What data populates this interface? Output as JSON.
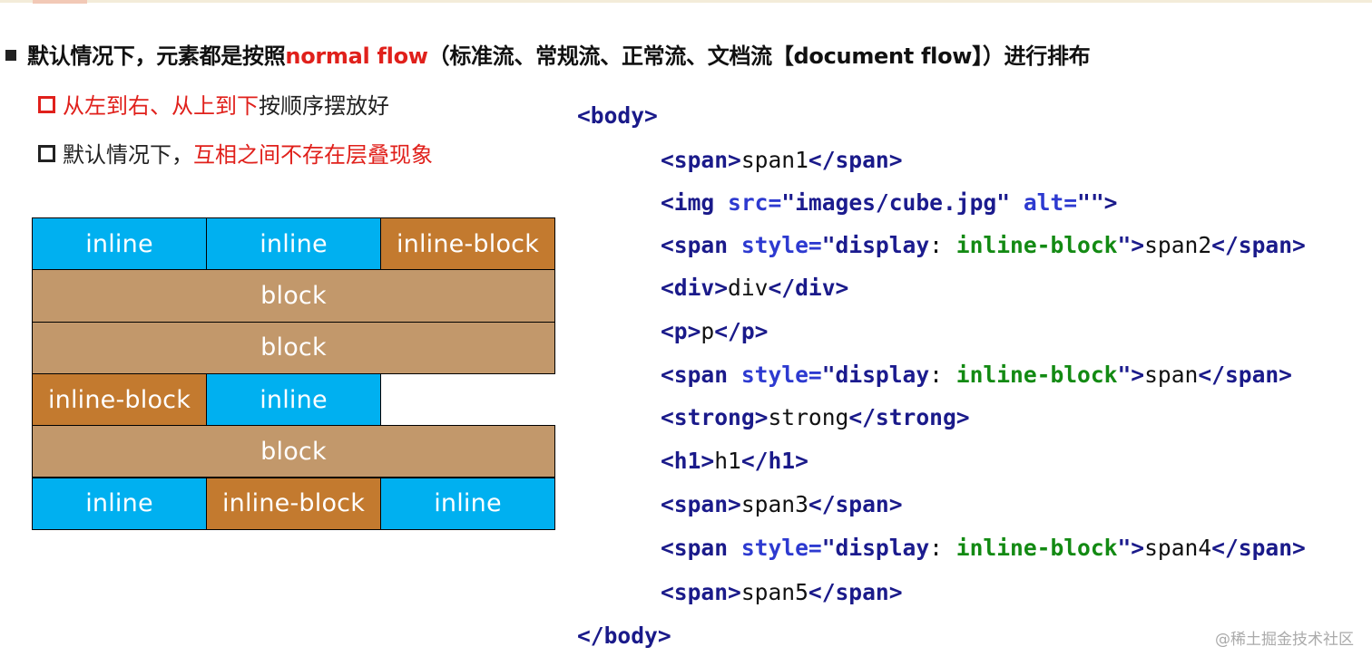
{
  "heading": {
    "part1": "默认情况下，元素都是按照",
    "highlight": "normal flow",
    "part2": "（标准流、常规流、正常流、文档流【document flow】）进行排布"
  },
  "bullets": [
    {
      "red_text": "从左到右、从上到下",
      "plain_text": "按顺序摆放好"
    },
    {
      "plain_text": "默认情况下，",
      "red_text": "互相之间不存在层叠现象"
    }
  ],
  "colors": {
    "inline": "#00b0f0",
    "inline_block": "#c37a2f",
    "block": "#c2986b",
    "highlight": "#e0201b"
  },
  "diagram": {
    "rows": [
      [
        "inline",
        "inline",
        "inline-block"
      ],
      [
        "block"
      ],
      [
        "block"
      ],
      [
        "inline-block",
        "inline"
      ],
      [
        "block"
      ],
      [
        "inline",
        "inline-block",
        "inline"
      ]
    ]
  },
  "code": {
    "lines": [
      [
        {
          "t": "tag",
          "v": "<body>"
        }
      ],
      [
        {
          "t": "tag",
          "v": "<span>"
        },
        {
          "t": "plain",
          "v": "span1"
        },
        {
          "t": "tag",
          "v": "</span>"
        }
      ],
      [
        {
          "t": "tag",
          "v": "<img"
        },
        {
          "t": "plain",
          "v": " "
        },
        {
          "t": "attr",
          "v": "src="
        },
        {
          "t": "str",
          "v": "\"images/cube.jpg\""
        },
        {
          "t": "plain",
          "v": " "
        },
        {
          "t": "attr",
          "v": "alt="
        },
        {
          "t": "str",
          "v": "\"\""
        },
        {
          "t": "tag",
          "v": ">"
        }
      ],
      [
        {
          "t": "tag",
          "v": "<span"
        },
        {
          "t": "plain",
          "v": " "
        },
        {
          "t": "attr",
          "v": "style="
        },
        {
          "t": "str",
          "v": "\"display"
        },
        {
          "t": "plain",
          "v": ": "
        },
        {
          "t": "val",
          "v": "inline-block"
        },
        {
          "t": "str",
          "v": "\""
        },
        {
          "t": "tag",
          "v": ">"
        },
        {
          "t": "plain",
          "v": "span2"
        },
        {
          "t": "tag",
          "v": "</span>"
        }
      ],
      [
        {
          "t": "tag",
          "v": "<div>"
        },
        {
          "t": "plain",
          "v": "div"
        },
        {
          "t": "tag",
          "v": "</div>"
        }
      ],
      [
        {
          "t": "tag",
          "v": "<p>"
        },
        {
          "t": "plain",
          "v": "p"
        },
        {
          "t": "tag",
          "v": "</p>"
        }
      ],
      [
        {
          "t": "tag",
          "v": "<span"
        },
        {
          "t": "plain",
          "v": " "
        },
        {
          "t": "attr",
          "v": "style="
        },
        {
          "t": "str",
          "v": "\"display"
        },
        {
          "t": "plain",
          "v": ": "
        },
        {
          "t": "val",
          "v": "inline-block"
        },
        {
          "t": "str",
          "v": "\""
        },
        {
          "t": "tag",
          "v": ">"
        },
        {
          "t": "plain",
          "v": "span"
        },
        {
          "t": "tag",
          "v": "</span>"
        }
      ],
      [
        {
          "t": "tag",
          "v": "<strong>"
        },
        {
          "t": "plain",
          "v": "strong"
        },
        {
          "t": "tag",
          "v": "</strong>"
        }
      ],
      [
        {
          "t": "tag",
          "v": "<h1>"
        },
        {
          "t": "plain",
          "v": "h1"
        },
        {
          "t": "tag",
          "v": "</h1>"
        }
      ],
      [
        {
          "t": "tag",
          "v": "<span>"
        },
        {
          "t": "plain",
          "v": "span3"
        },
        {
          "t": "tag",
          "v": "</span>"
        }
      ],
      [
        {
          "t": "tag",
          "v": "<span"
        },
        {
          "t": "plain",
          "v": " "
        },
        {
          "t": "attr",
          "v": "style="
        },
        {
          "t": "str",
          "v": "\"display"
        },
        {
          "t": "plain",
          "v": ": "
        },
        {
          "t": "val",
          "v": "inline-block"
        },
        {
          "t": "str",
          "v": "\""
        },
        {
          "t": "tag",
          "v": ">"
        },
        {
          "t": "plain",
          "v": "span4"
        },
        {
          "t": "tag",
          "v": "</span>"
        }
      ],
      [
        {
          "t": "tag",
          "v": "<span>"
        },
        {
          "t": "plain",
          "v": "span5"
        },
        {
          "t": "tag",
          "v": "</span>"
        }
      ],
      [
        {
          "t": "tag",
          "v": "</body>"
        }
      ]
    ]
  },
  "watermark": "@稀土掘金技术社区"
}
